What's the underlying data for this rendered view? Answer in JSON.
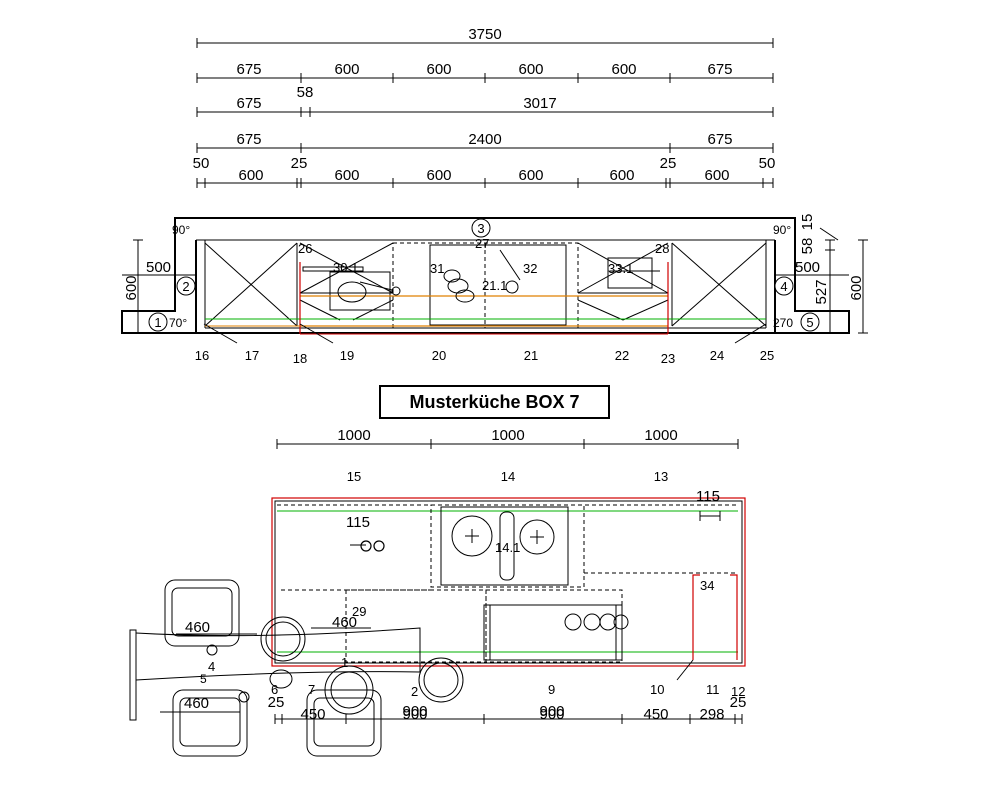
{
  "title": "Musterküche BOX 7",
  "top_dims": {
    "row1": [
      "3750"
    ],
    "row2": [
      "675",
      "600",
      "600",
      "600",
      "600",
      "675"
    ],
    "row3": [
      "675",
      "58",
      "3017"
    ],
    "row4": [
      "675",
      "2400",
      "675"
    ],
    "row5_small": [
      "50",
      "25",
      "25",
      "50"
    ],
    "row5": [
      "600",
      "600",
      "600",
      "600",
      "600",
      "600"
    ]
  },
  "elevation": {
    "angles": [
      "90°",
      "90°",
      "70°",
      "270"
    ],
    "circles": [
      "1",
      "2",
      "3",
      "4",
      "5"
    ],
    "left_dims": [
      "500",
      "600"
    ],
    "right_dims": [
      "500",
      "600",
      "527",
      "58",
      "15"
    ],
    "part_labels": [
      "26",
      "27",
      "28",
      "30.1",
      "31",
      "32",
      "33.1",
      "21.1"
    ],
    "bottom_numbers": [
      "16",
      "17",
      "18",
      "19",
      "20",
      "21",
      "22",
      "23",
      "24",
      "25"
    ]
  },
  "plan": {
    "top_dims": [
      "1000",
      "1000",
      "1000"
    ],
    "section_numbers": [
      "15",
      "14",
      "13"
    ],
    "labels": [
      "115",
      "115",
      "14.1",
      "34",
      "29",
      "460",
      "460",
      "460",
      "4",
      "5",
      "6",
      "7",
      "1",
      "2",
      "9",
      "10",
      "11",
      "12"
    ],
    "bottom_dims": [
      "25",
      "450",
      "900",
      "900",
      "900",
      "900",
      "450",
      "298",
      "25"
    ]
  }
}
